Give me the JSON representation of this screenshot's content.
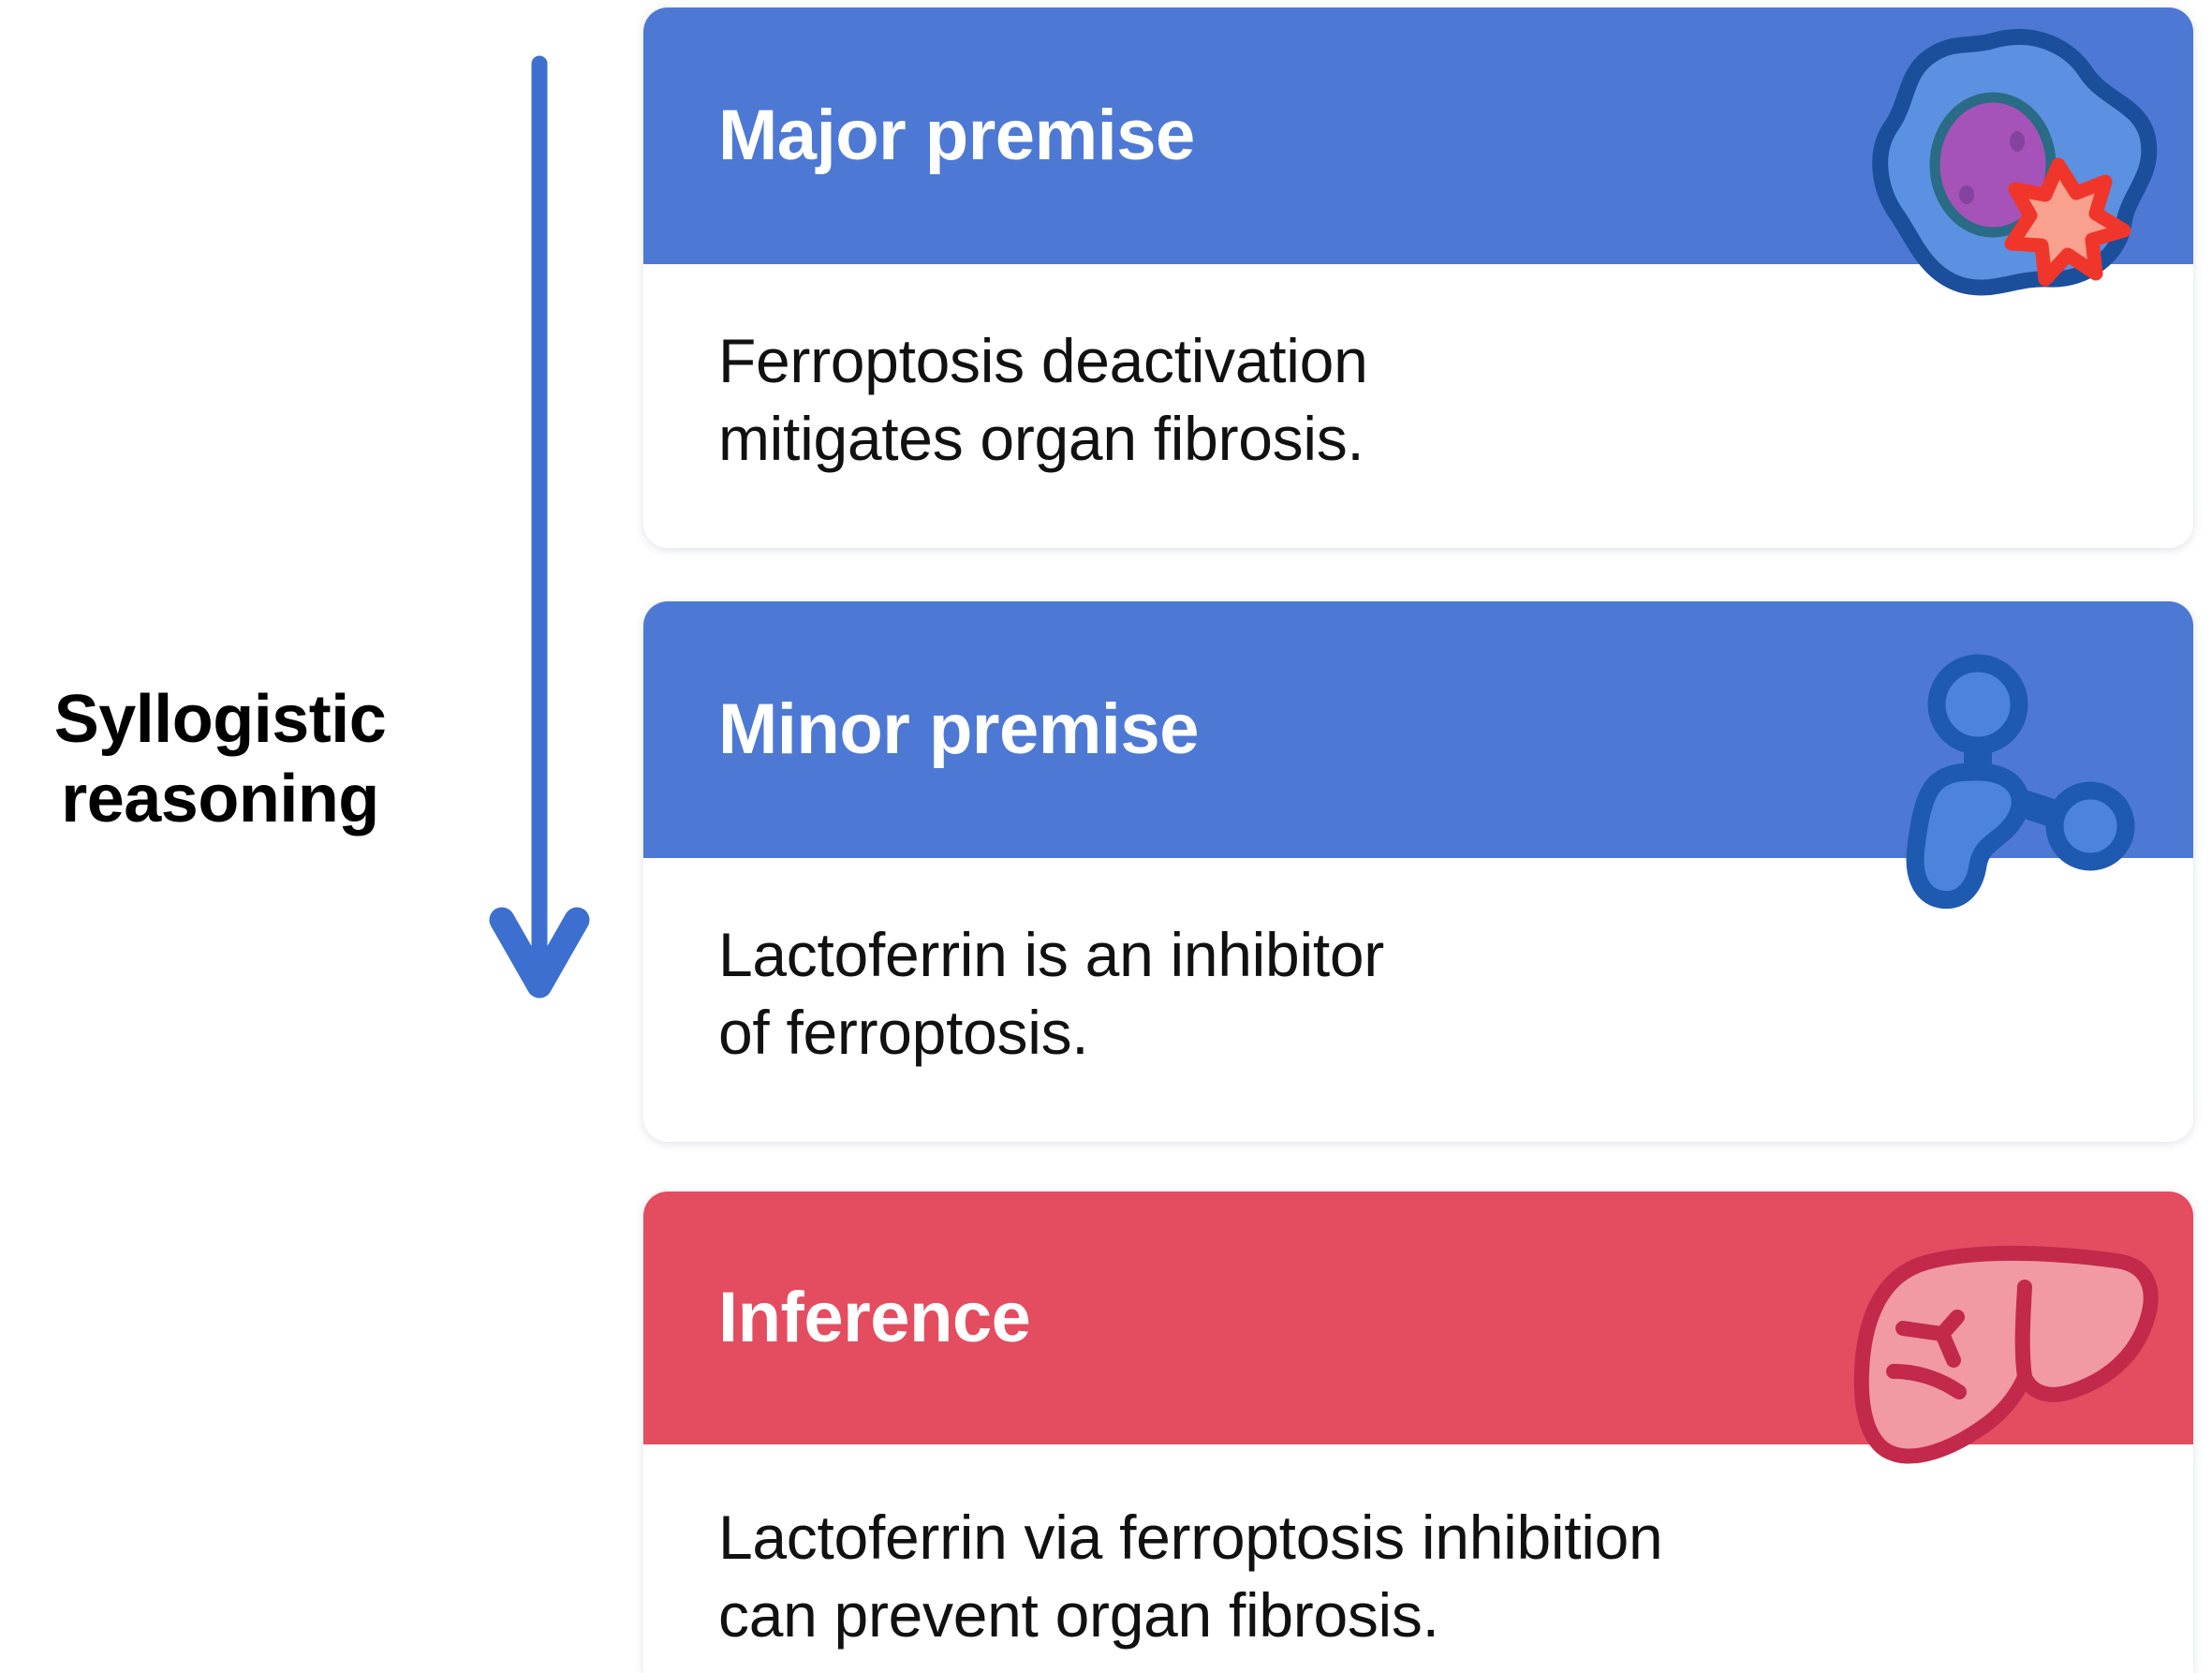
{
  "figure": {
    "side_label": {
      "line1": "Syllogistic",
      "line2": "reasoning"
    },
    "arrow": {
      "name": "downward-flow-arrow",
      "color": "#3d6fd0",
      "direction": "down"
    },
    "colors": {
      "premise_header": "#4d79d4",
      "inference_header": "#e44c5f",
      "card_background": "#ffffff",
      "body_text": "#111111",
      "header_text": "#ffffff",
      "side_label_text": "#000000"
    },
    "cards": [
      {
        "id": "major-premise",
        "title": "Major premise",
        "header_color": "#4d79d4",
        "body_line1": "Ferroptosis deactivation",
        "body_line2": "mitigates organ fibrosis.",
        "icon": "cell-with-damage-icon",
        "icon_colors": {
          "membrane_outline": "#1b4f9c",
          "cytoplasm": "#5b91e0",
          "nucleus": "#a553b8",
          "nucleus_outline": "#2a6b86",
          "burst_outline": "#f0362b",
          "burst_fill": "#f9a08e"
        }
      },
      {
        "id": "minor-premise",
        "title": "Minor premise",
        "header_color": "#4d79d4",
        "body_line1": "Lactoferrin is an inhibitor",
        "body_line2": "of ferroptosis.",
        "icon": "protein-molecule-icon",
        "icon_colors": {
          "outline": "#1e5bb0",
          "fill": "#4b84da"
        }
      },
      {
        "id": "inference",
        "title": "Inference",
        "header_color": "#e44c5f",
        "body_line1": "Lactoferrin via ferroptosis inhibition",
        "body_line2": "can prevent organ fibrosis.",
        "icon": "liver-icon",
        "icon_colors": {
          "outline": "#c2294b",
          "fill": "#f19aa4"
        }
      }
    ]
  }
}
